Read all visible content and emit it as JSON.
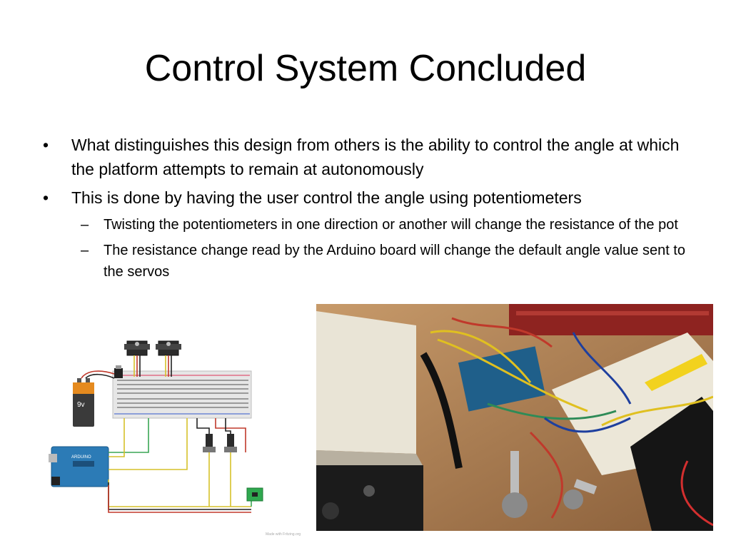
{
  "slide": {
    "title": "Control System Concluded",
    "bullets": [
      {
        "level": 1,
        "marker": "•",
        "text": "What distinguishes this design from others is the ability to control the angle at which the platform attempts to remain at autonomously"
      },
      {
        "level": 1,
        "marker": "•",
        "text": "This is done by having the user control the angle using potentiometers"
      },
      {
        "level": 2,
        "marker": "–",
        "text": "Twisting the potentiometers in one direction or another will change the resistance of the pot"
      },
      {
        "level": 2,
        "marker": "–",
        "text": "The resistance change read by the Arduino board will change the default angle value sent to the servos"
      }
    ]
  },
  "schematic": {
    "battery_label": "9v",
    "board_label": "ARDUINO",
    "footer": "Made with Fritzing.org",
    "wire_colors": {
      "red": "#c0392b",
      "black": "#222222",
      "yellow": "#d6c12a",
      "green": "#3aa655",
      "white": "#cccccc"
    }
  },
  "photo": {
    "description_icon": "breadboard-photo"
  }
}
